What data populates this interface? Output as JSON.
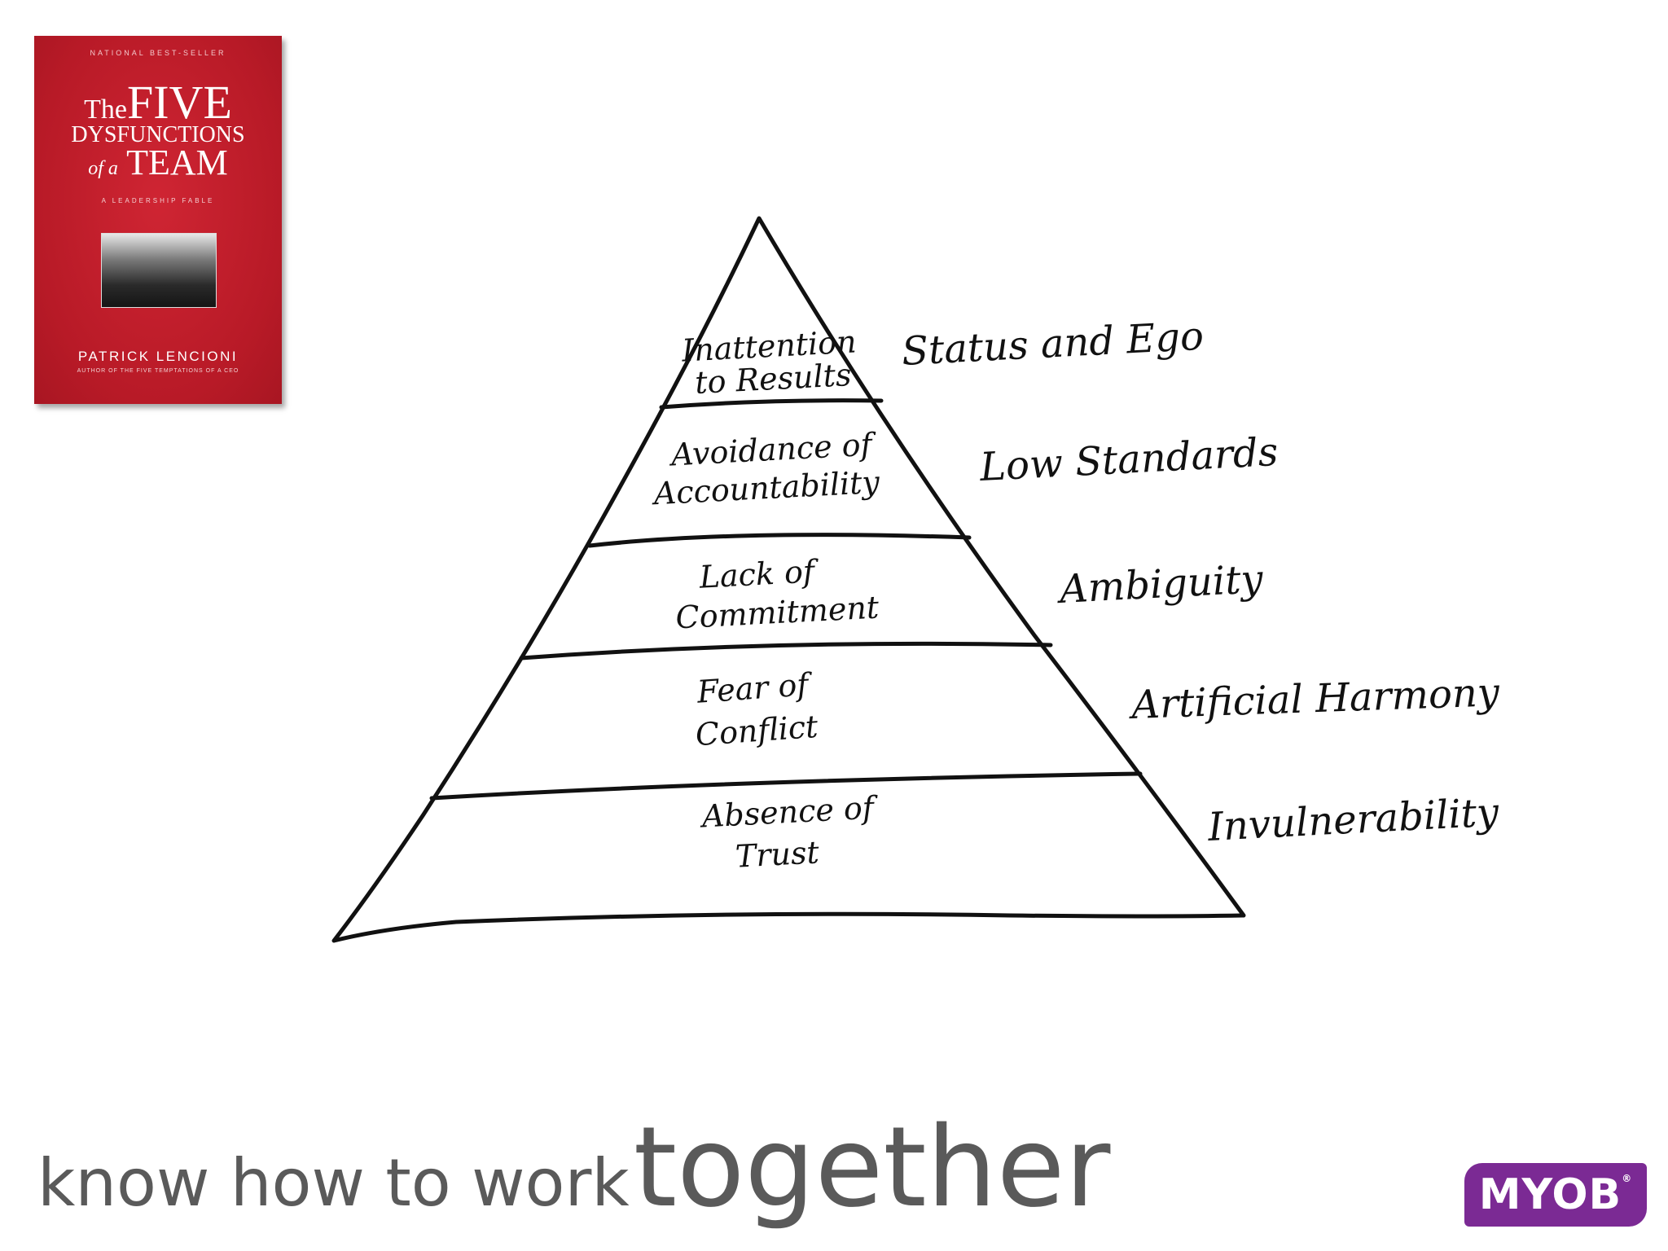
{
  "book": {
    "kicker": "NATIONAL BEST-SELLER",
    "title_the": "The",
    "title_five": "FIVE",
    "title_dysfunctions": "DYSFUNCTIONS",
    "title_ofa": "of a",
    "title_team": "TEAM",
    "subtitle": "A LEADERSHIP FABLE",
    "author": "PATRICK LENCIONI",
    "byline": "AUTHOR OF THE FIVE TEMPTATIONS OF A CEO"
  },
  "pyramid": {
    "levels": [
      {
        "line1": "Inattention",
        "line2": "to Results",
        "cause": "Status and Ego"
      },
      {
        "line1": "Avoidance of",
        "line2": "Accountability",
        "cause": "Low Standards"
      },
      {
        "line1": "Lack of",
        "line2": "Commitment",
        "cause": "Ambiguity"
      },
      {
        "line1": "Fear of",
        "line2": "Conflict",
        "cause": "Artificial Harmony"
      },
      {
        "line1": "Absence of",
        "line2": "Trust",
        "cause": "Invulnerability"
      }
    ]
  },
  "footer": {
    "lead": "know how to work",
    "emphasis": "together"
  },
  "logo": {
    "text": "MYOB",
    "mark": "®"
  }
}
